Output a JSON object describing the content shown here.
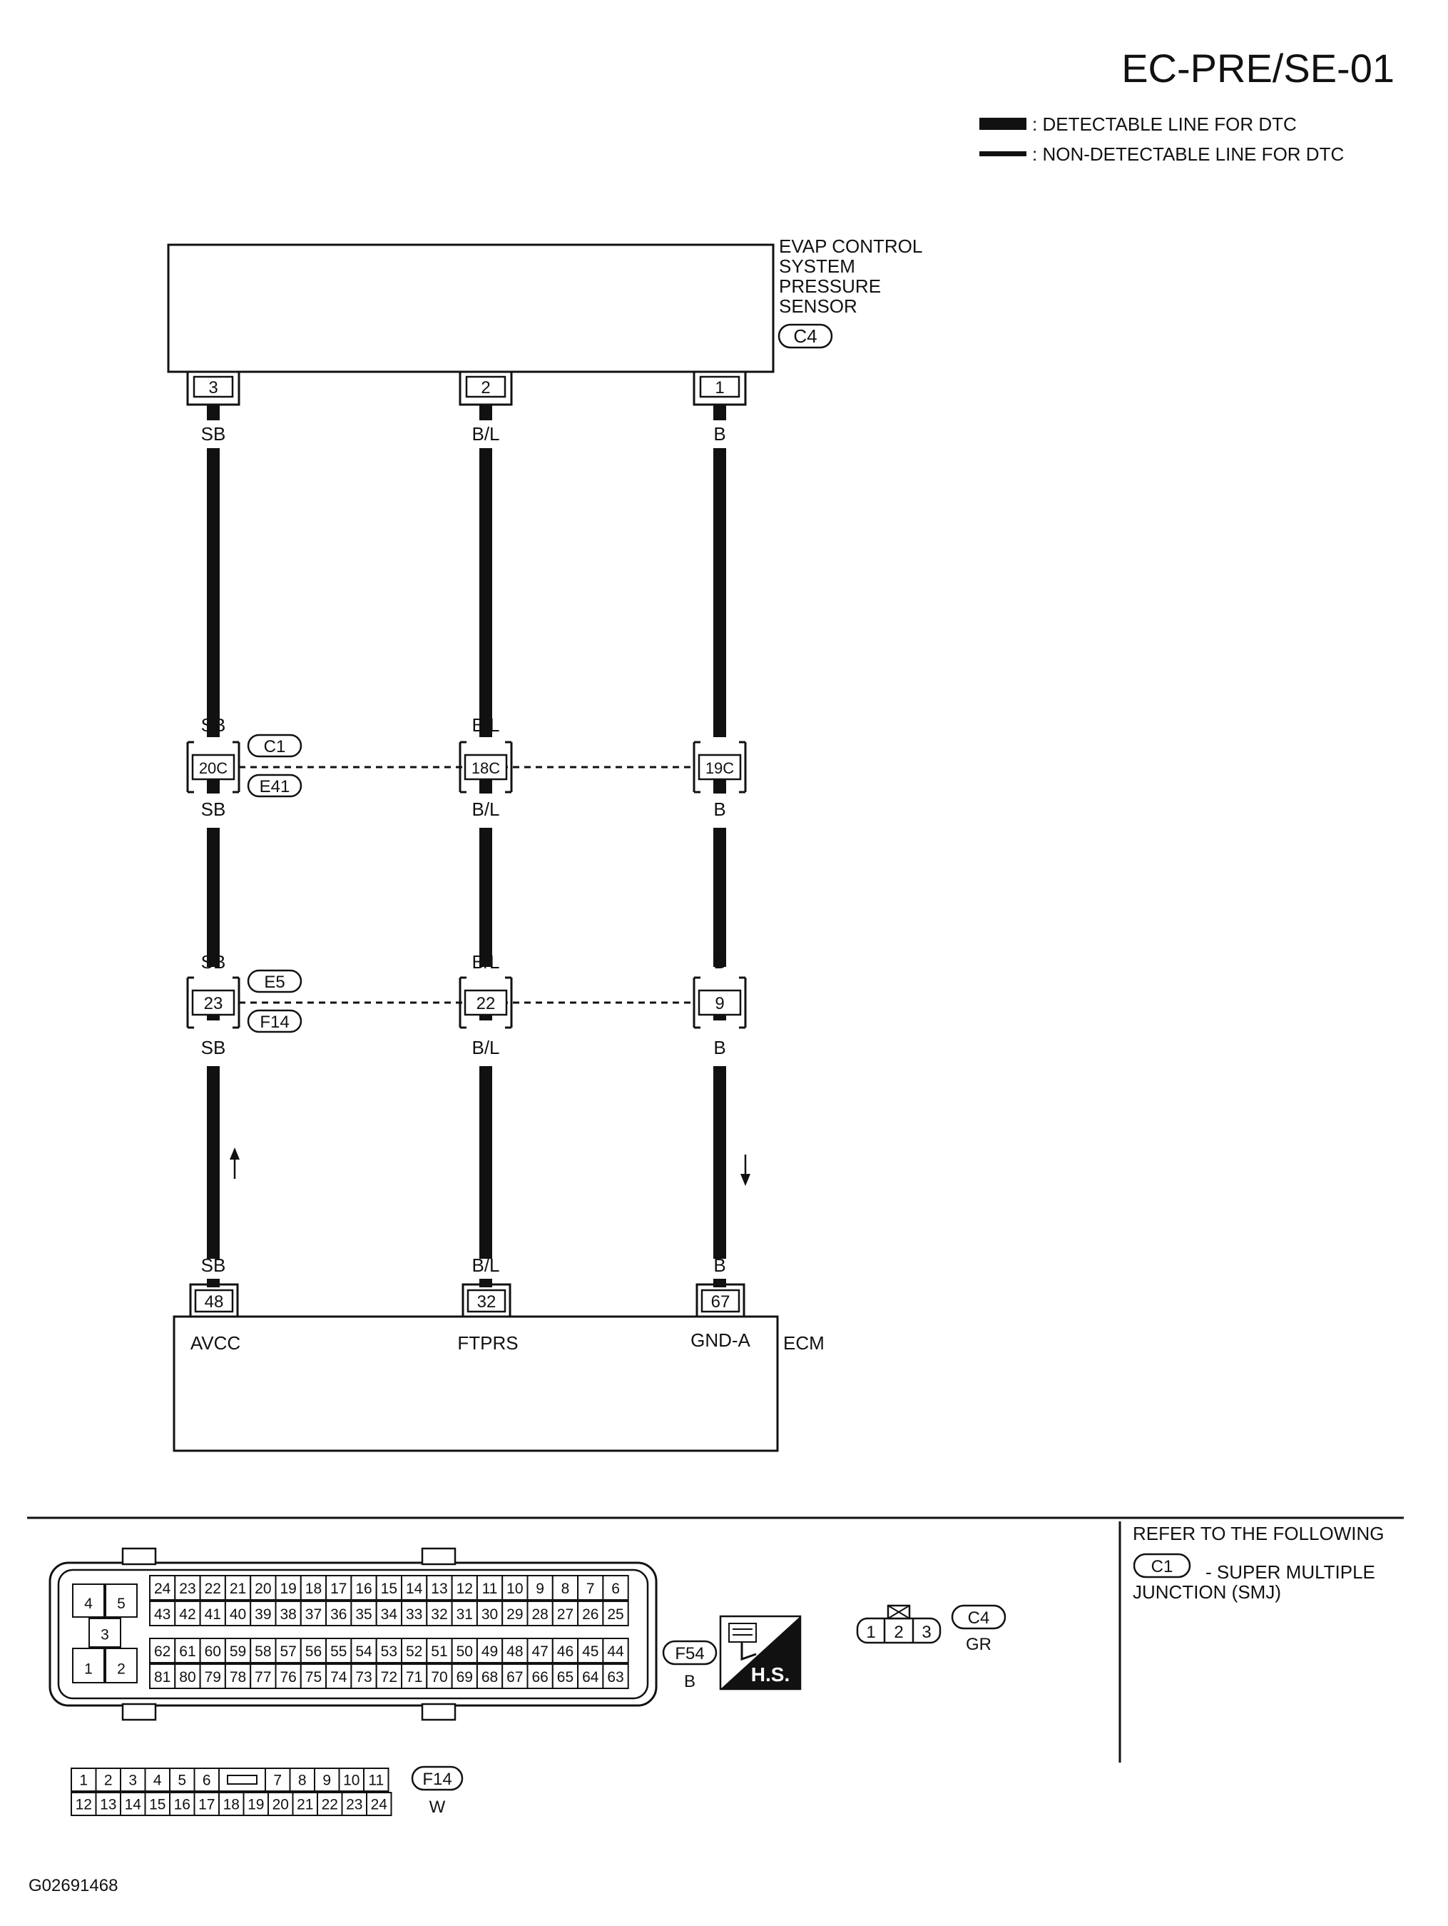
{
  "page_code": "EC-PRE/SE-01",
  "figure_code": "G02691468",
  "legend": {
    "detectable": ": DETECTABLE LINE FOR DTC",
    "non_detectable": ": NON-DETECTABLE LINE FOR DTC"
  },
  "sensor": {
    "name_lines": [
      "EVAP CONTROL",
      "SYSTEM",
      "PRESSURE",
      "SENSOR"
    ],
    "connector": "C4",
    "pins": [
      "3",
      "2",
      "1"
    ]
  },
  "wires": [
    {
      "colors": [
        "SB",
        "SB",
        "SB",
        "SB",
        "SB"
      ],
      "mid_pin": "20C",
      "lower_pin": "23",
      "ecm_pin": "48",
      "ecm_label": "AVCC",
      "flow": "up"
    },
    {
      "colors": [
        "B/L",
        "B/L",
        "B/L",
        "B/L",
        "B/L"
      ],
      "mid_pin": "18C",
      "lower_pin": "22",
      "ecm_pin": "32",
      "ecm_label": "FTPRS",
      "flow": ""
    },
    {
      "colors": [
        "B",
        "B",
        "B",
        "B",
        "B"
      ],
      "mid_pin": "19C",
      "lower_pin": "9",
      "ecm_pin": "67",
      "ecm_label": "GND-A",
      "flow": "down"
    }
  ],
  "junction_mid": {
    "top": "C1",
    "bottom": "E41"
  },
  "junction_low": {
    "top": "E5",
    "bottom": "F14"
  },
  "ecm": {
    "name": "ECM"
  },
  "connectors_footer": {
    "ecm_small_grid": [
      [
        "4",
        "5"
      ],
      [
        "3"
      ],
      [
        "1",
        "2"
      ]
    ],
    "ecm_rows": [
      [
        "24",
        "23",
        "22",
        "21",
        "20",
        "19",
        "18",
        "17",
        "16",
        "15",
        "14",
        "13",
        "12",
        "11",
        "10",
        "9",
        "8",
        "7",
        "6"
      ],
      [
        "43",
        "42",
        "41",
        "40",
        "39",
        "38",
        "37",
        "36",
        "35",
        "34",
        "33",
        "32",
        "31",
        "30",
        "29",
        "28",
        "27",
        "26",
        "25"
      ],
      [
        "62",
        "61",
        "60",
        "59",
        "58",
        "57",
        "56",
        "55",
        "54",
        "53",
        "52",
        "51",
        "50",
        "49",
        "48",
        "47",
        "46",
        "45",
        "44"
      ],
      [
        "81",
        "80",
        "79",
        "78",
        "77",
        "76",
        "75",
        "74",
        "73",
        "72",
        "71",
        "70",
        "69",
        "68",
        "67",
        "66",
        "65",
        "64",
        "63"
      ]
    ],
    "ecm_connector": "F54",
    "ecm_connector_color": "B",
    "hs_label": "H.S.",
    "sensor_connector_pins": [
      "1",
      "2",
      "3"
    ],
    "sensor_connector": "C4",
    "sensor_connector_color": "GR",
    "f14_row1": [
      "1",
      "2",
      "3",
      "4",
      "5",
      "6",
      "",
      "7",
      "8",
      "9",
      "10",
      "11"
    ],
    "f14_row2": [
      "12",
      "13",
      "14",
      "15",
      "16",
      "17",
      "18",
      "19",
      "20",
      "21",
      "22",
      "23",
      "24"
    ],
    "f14_connector": "F14",
    "f14_color": "W"
  },
  "refer_panel": {
    "heading": "REFER TO THE FOLLOWING",
    "items": [
      {
        "code": "C1",
        "text_lines": [
          "- SUPER MULTIPLE",
          "JUNCTION (SMJ)"
        ]
      }
    ]
  }
}
